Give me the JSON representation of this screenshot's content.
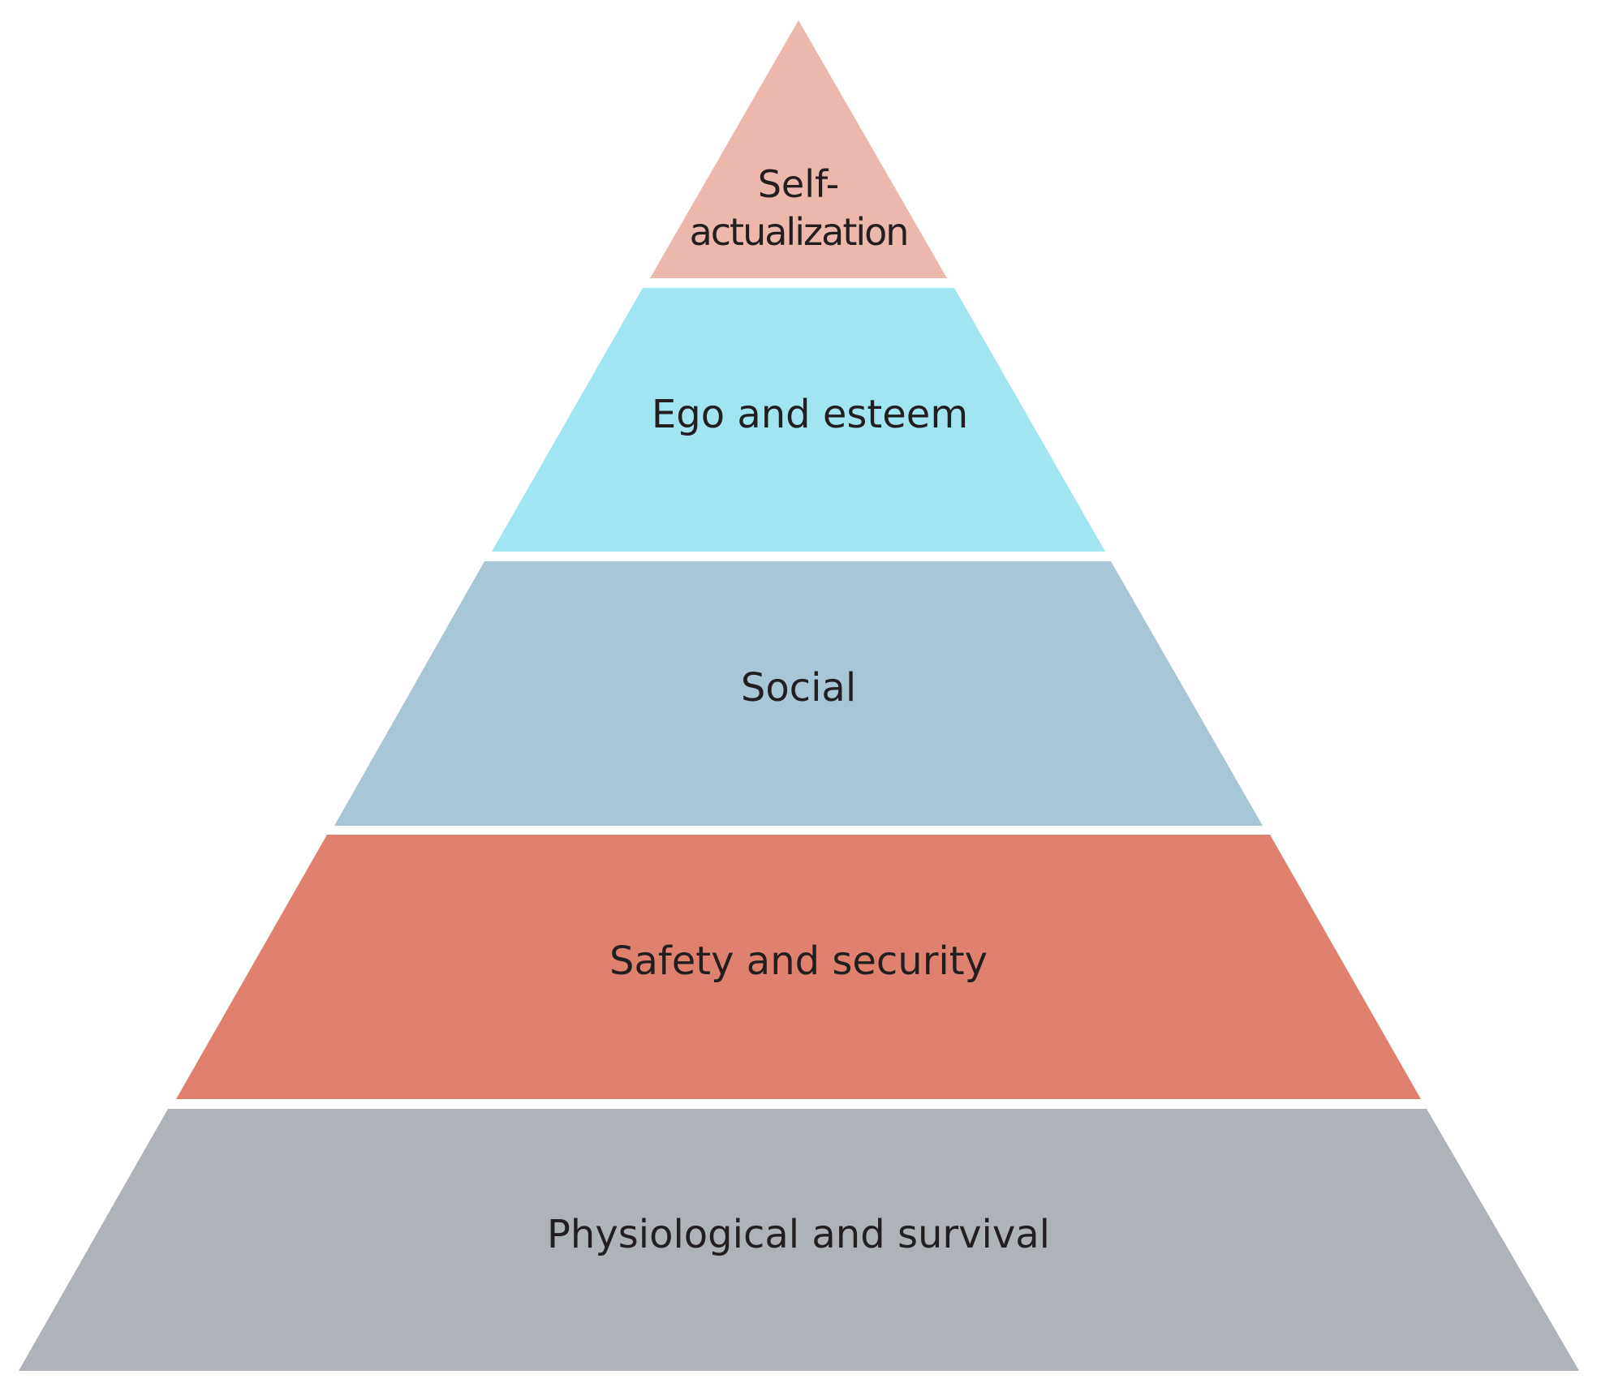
{
  "diagram": {
    "type": "pyramid",
    "layers": [
      {
        "label_line1": "Self-",
        "label_line2": "actualization",
        "color": "#ecb8ad"
      },
      {
        "label": "Ego and esteem",
        "color": "#a0e5ef"
      },
      {
        "label": "Social",
        "color": "#a8c6d6"
      },
      {
        "label": "Safety and security",
        "color": "#e08170"
      },
      {
        "label": "Physiological and survival",
        "color": "#aeb2b9"
      }
    ]
  }
}
